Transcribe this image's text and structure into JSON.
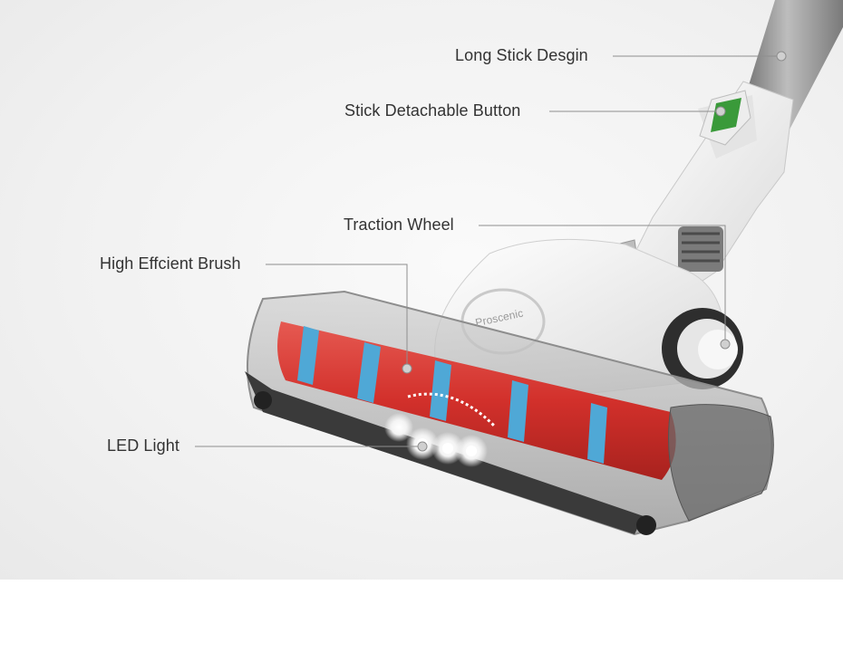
{
  "callouts": {
    "long_stick": "Long Stick Desgin",
    "detach_button": "Stick Detachable Button",
    "traction_wheel": "Traction Wheel",
    "brush": "High Effcient Brush",
    "led": "LED Light"
  },
  "brand_logo_text": "Proscenic",
  "colors": {
    "brush_red": "#d93a36",
    "brush_stripe": "#4fa8d6",
    "button_green": "#3a9a3a",
    "stick_grey": "#8a8a8a",
    "body_white": "#f3f3f3"
  }
}
